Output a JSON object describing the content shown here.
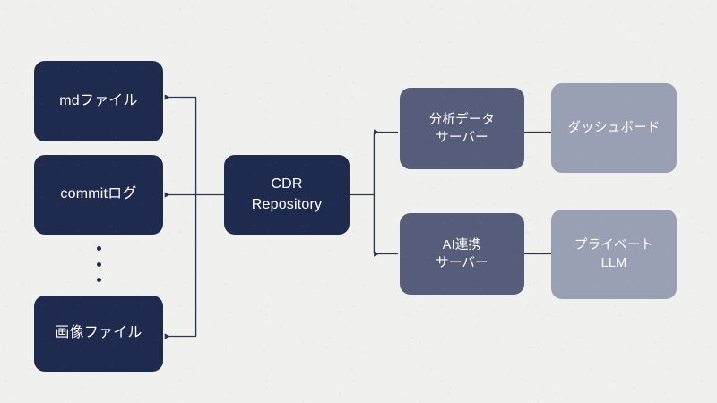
{
  "diagram": {
    "title": "CDR Repository data flow architecture",
    "background_color": "#f0f0ef",
    "colors": {
      "source_box": "#1e2a4e",
      "core_box": "#1e2a4e",
      "server_box": "#555d7a",
      "endpoint_box": "#9aa0b4",
      "connector_line": "#2b3757",
      "label_text": "#ffffff"
    },
    "nodes": {
      "md_file": {
        "label": "mdファイル",
        "tier": "source"
      },
      "commit_log": {
        "label": "commitログ",
        "tier": "source"
      },
      "image_file": {
        "label": "画像ファイル",
        "tier": "source"
      },
      "cdr_repository": {
        "label": "CDR\nRepository",
        "tier": "core"
      },
      "analytics_server": {
        "label": "分析データ\nサーバー",
        "tier": "server"
      },
      "ai_server": {
        "label": "AI連携\nサーバー",
        "tier": "server"
      },
      "dashboard": {
        "label": "ダッシュボード",
        "tier": "endpoint"
      },
      "private_llm": {
        "label": "プライベート\nLLM",
        "tier": "endpoint"
      }
    },
    "ellipsis": {
      "name": "vertical-ellipsis",
      "meaning": "additional source file types omitted",
      "dot_count": 3
    },
    "connections": [
      {
        "from": "md_file",
        "to": "cdr_repository",
        "direction": "into-target"
      },
      {
        "from": "commit_log",
        "to": "cdr_repository",
        "direction": "into-target"
      },
      {
        "from": "image_file",
        "to": "cdr_repository",
        "direction": "into-target"
      },
      {
        "from": "cdr_repository",
        "to": "analytics_server",
        "direction": "into-target"
      },
      {
        "from": "cdr_repository",
        "to": "ai_server",
        "direction": "into-target"
      },
      {
        "from": "analytics_server",
        "to": "dashboard",
        "direction": "plain"
      },
      {
        "from": "ai_server",
        "to": "private_llm",
        "direction": "plain"
      }
    ]
  }
}
